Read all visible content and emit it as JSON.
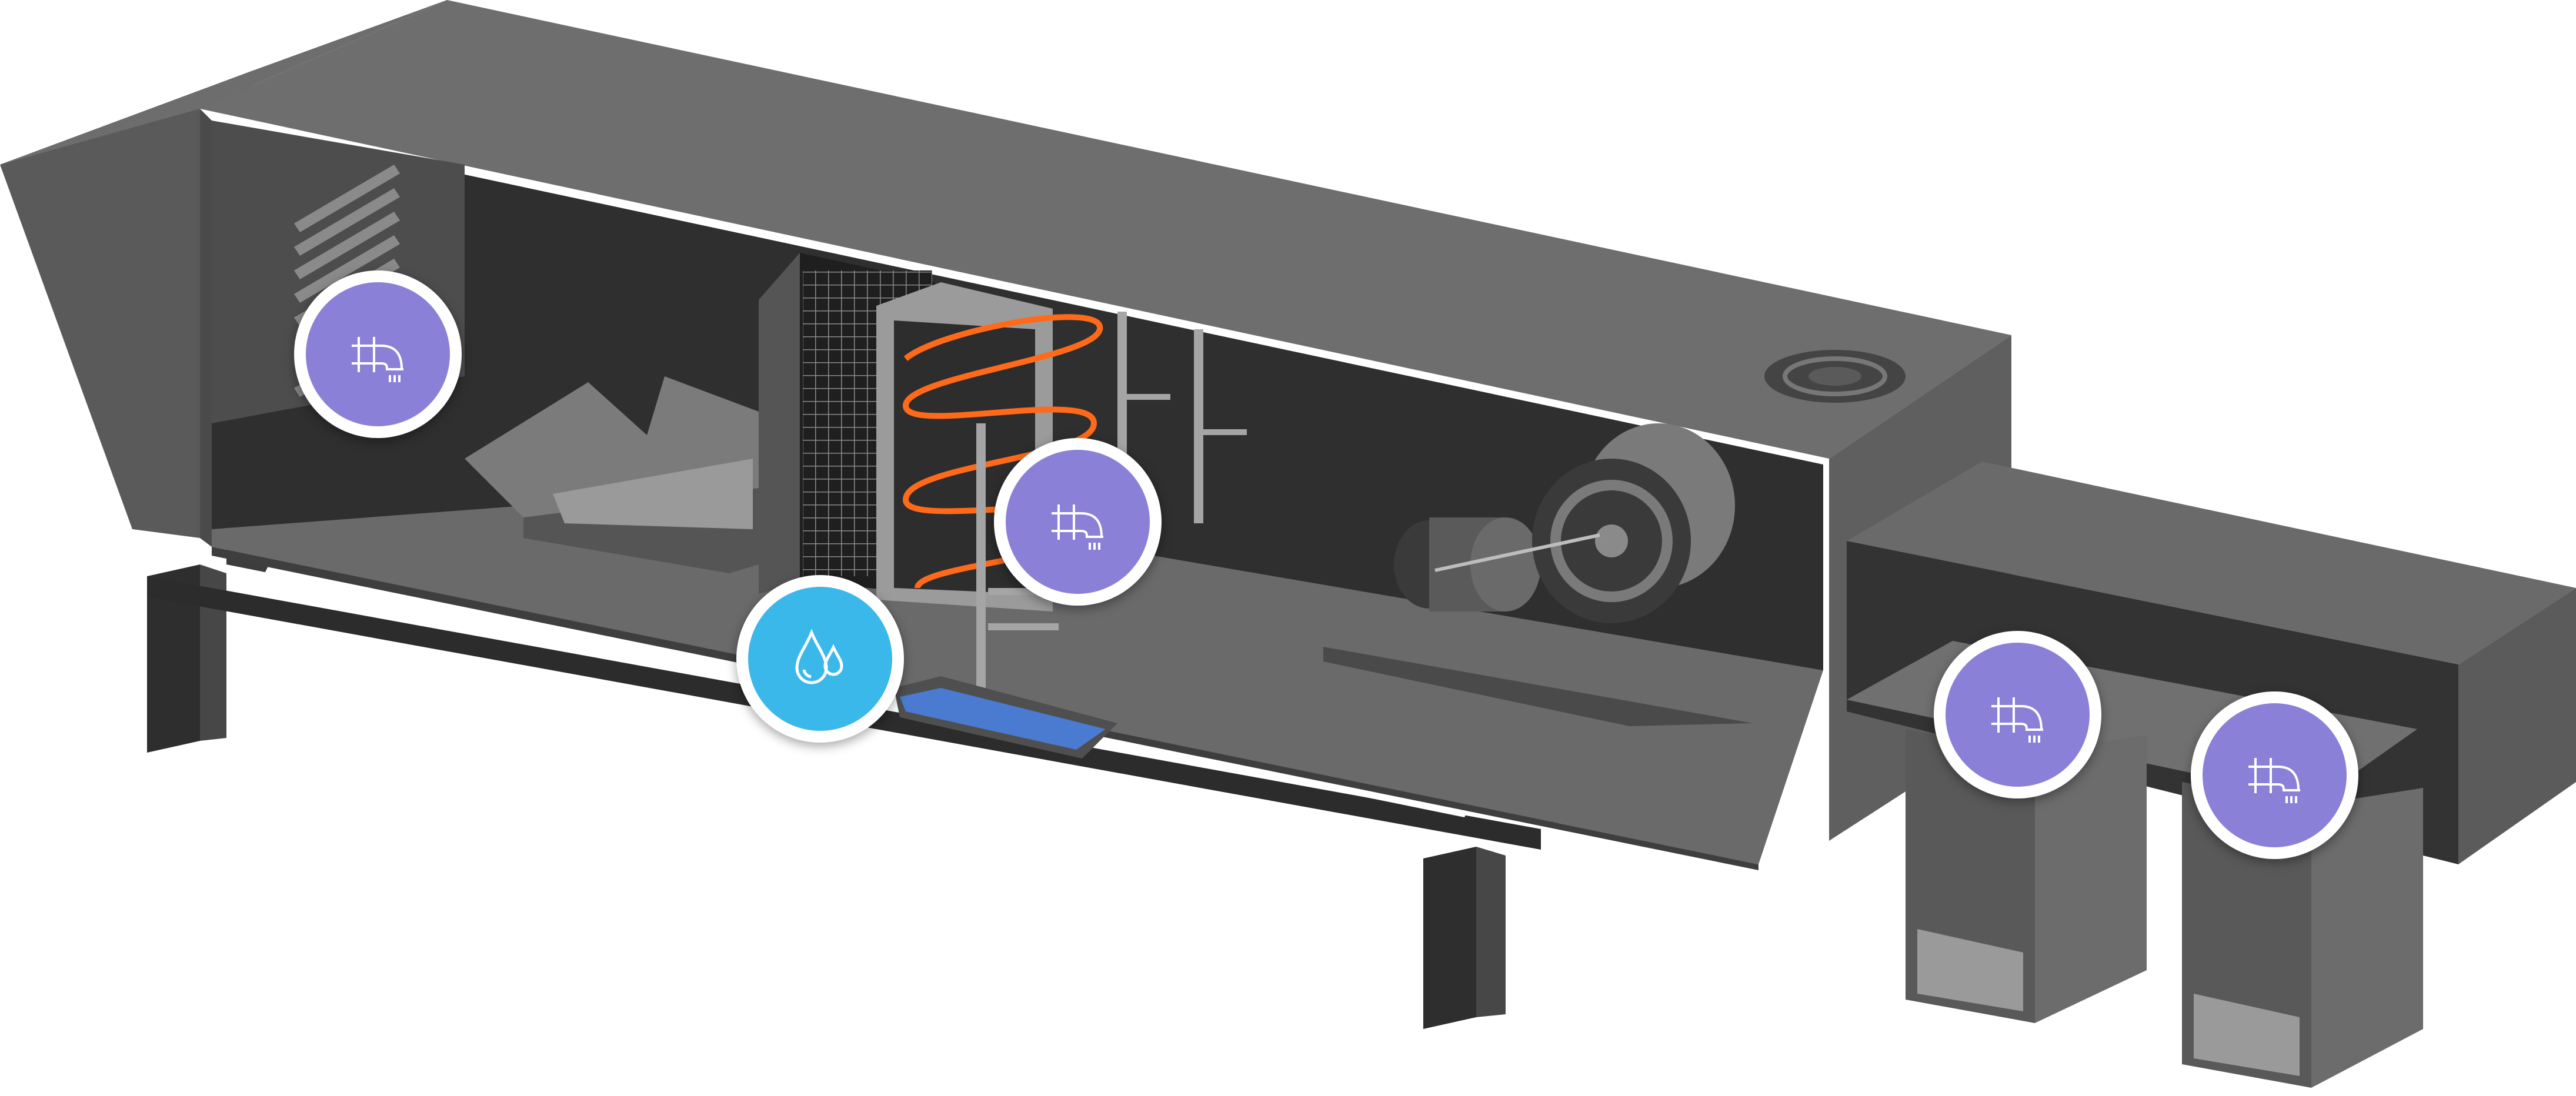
{
  "colors": {
    "background": "#ffffff",
    "casing_top": "#6e6e6e",
    "casing_side": "#5f5f5f",
    "casing_dark": "#3a3a3a",
    "interior": "#2f2f2f",
    "floor": "#6a6a6a",
    "frame": "#2e2e2e",
    "coil": "#ff6a1a",
    "water": "#4a7bd0",
    "hotspot_duct": "#8a80d8",
    "hotspot_water": "#3ab8ea",
    "hotspot_ring": "#ffffff"
  },
  "hotspots": [
    {
      "id": "intake-damper",
      "icon": "duct-elbow-icon",
      "color_key": "hotspot_duct"
    },
    {
      "id": "coil-section",
      "icon": "duct-elbow-icon",
      "color_key": "hotspot_duct"
    },
    {
      "id": "condensate-drain",
      "icon": "water-drops-icon",
      "color_key": "hotspot_water"
    },
    {
      "id": "supply-outlet-1",
      "icon": "duct-elbow-icon",
      "color_key": "hotspot_duct"
    },
    {
      "id": "supply-outlet-2",
      "icon": "duct-elbow-icon",
      "color_key": "hotspot_duct"
    }
  ]
}
